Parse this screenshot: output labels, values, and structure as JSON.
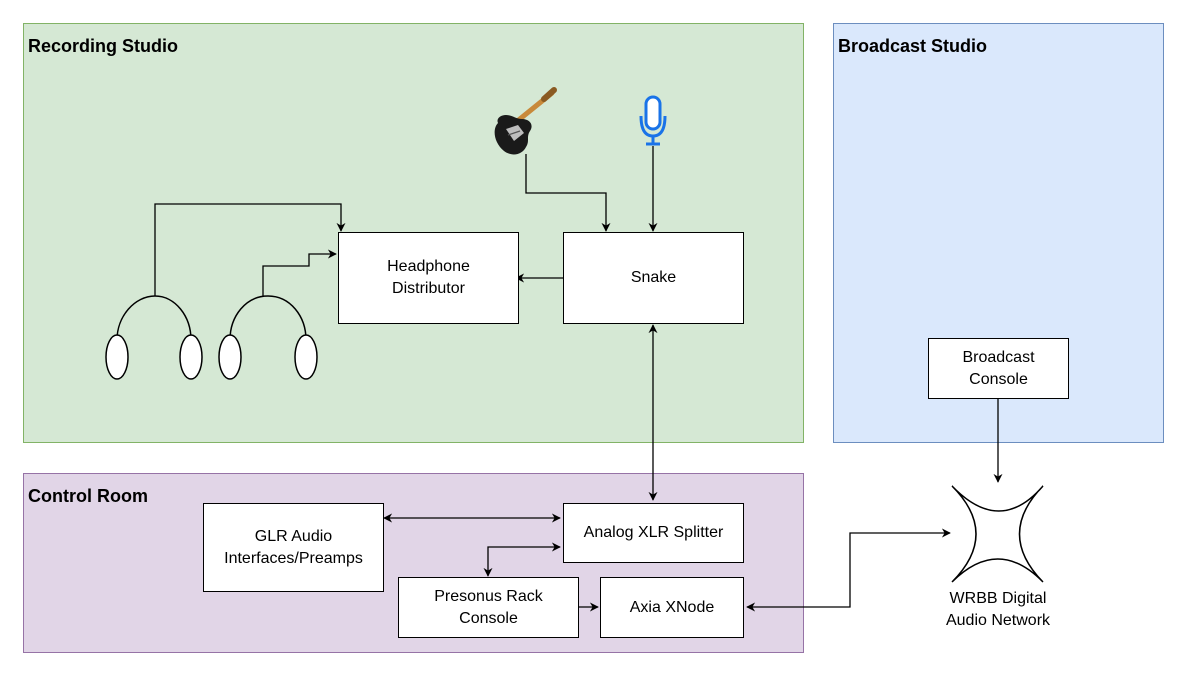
{
  "regions": {
    "recording": {
      "title": "Recording Studio",
      "fill": "#d5e8d4",
      "stroke": "#82b366"
    },
    "broadcast": {
      "title": "Broadcast Studio",
      "fill": "#dae8fc",
      "stroke": "#6c8ebf"
    },
    "control": {
      "title": "Control Room",
      "fill": "#e1d5e7",
      "stroke": "#9673a6"
    }
  },
  "nodes": {
    "headphone_distributor": {
      "line1": "Headphone",
      "line2": "Distributor"
    },
    "snake": {
      "line1": "Snake"
    },
    "broadcast_console": {
      "line1": "Broadcast",
      "line2": "Console"
    },
    "glr": {
      "line1": "GLR Audio",
      "line2": "Interfaces/Preamps"
    },
    "splitter": {
      "line1": "Analog XLR Splitter"
    },
    "presonus": {
      "line1": "Presonus Rack",
      "line2": "Console"
    },
    "axia": {
      "line1": "Axia XNode"
    },
    "network": {
      "line1": "WRBB Digital",
      "line2": "Audio Network"
    }
  },
  "icons": {
    "guitar": "guitar-icon",
    "microphone": "microphone-icon",
    "headphones": "headphones-icon",
    "network": "network-star-icon"
  },
  "colors": {
    "microphone": "#1a73e8"
  }
}
